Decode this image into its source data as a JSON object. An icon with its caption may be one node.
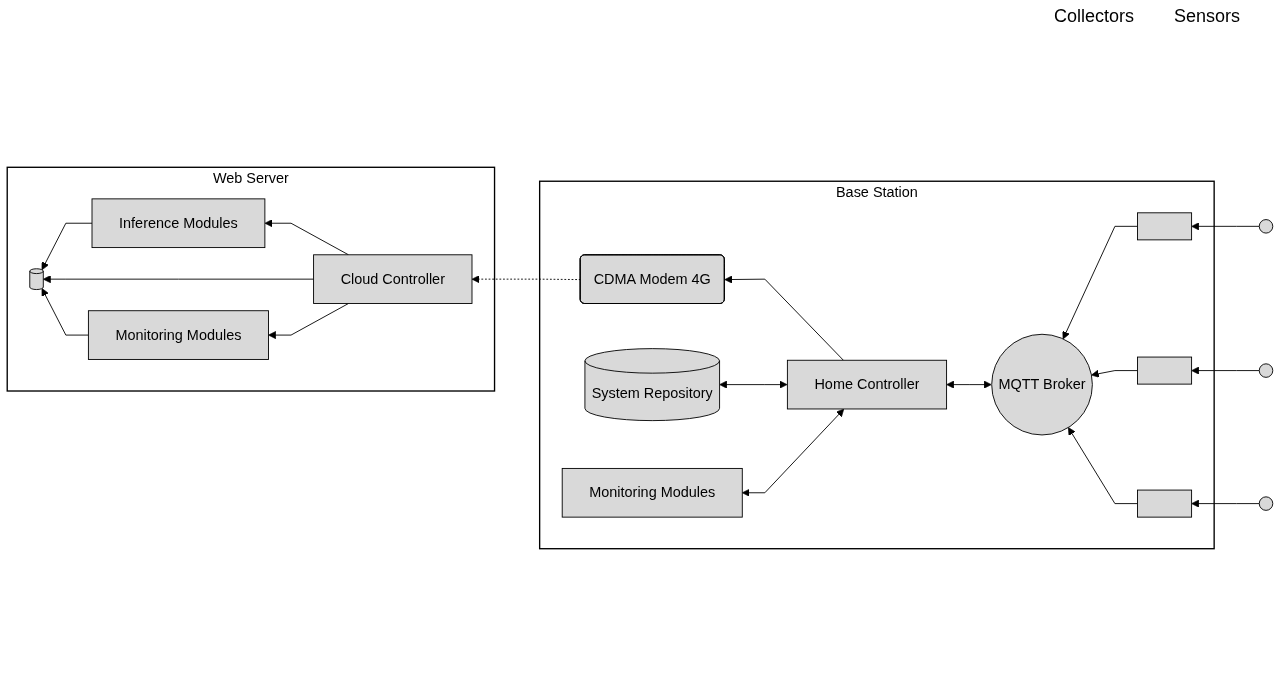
{
  "diagram": {
    "nodes": [
      {
        "text": [
          "Web Server"
        ]
      },
      {
        "text": [
          "Inference Modules"
        ],
        "in": 0
      },
      {
        "text": [],
        "shape": "cylinder",
        "in": 0
      },
      {
        "text": [
          "Cloud Controller"
        ],
        "in": 0
      },
      {
        "text": [
          "Monitoring Modules"
        ],
        "in": 0
      },
      {
        "text": [
          "Base Station"
        ]
      },
      {
        "text": [
          "MQTT Broker"
        ],
        "in": 5
      },
      {
        "text": [],
        "shape": "box",
        "in": 5
      },
      {
        "text": [],
        "shape": "box",
        "in": 5
      },
      {
        "text": [],
        "shape": "box",
        "in": 5
      },
      {
        "text": [
          "CDMA Modem 4G"
        ],
        "in": 5
      },
      {
        "text": [
          "Home Controller"
        ],
        "in": 5
      },
      {
        "text": [
          "System Repository"
        ],
        "in": 5
      },
      {
        "text": [
          "Monitoring Modules"
        ],
        "in": 5
      },
      {
        "text": [],
        "shape": "circle"
      },
      {
        "text": [],
        "shape": "circle"
      },
      {
        "text": [],
        "shape": "circle"
      }
    ],
    "edges": [
      {
        "from": 3,
        "to": 1,
        "arrow": "to"
      },
      {
        "from": 1,
        "to": 2,
        "arrow": "to"
      },
      {
        "from": 3,
        "to": 2,
        "arrow": "to"
      },
      {
        "from": 3,
        "to": 4,
        "arrow": "to"
      },
      {
        "from": 4,
        "to": 2,
        "arrow": "to"
      },
      {
        "from": 10,
        "to": 3,
        "arrow": "to",
        "style": "dashed"
      },
      {
        "from": 11,
        "to": 10,
        "arrow": "to"
      },
      {
        "from": 6,
        "to": 11,
        "arrow": "both"
      },
      {
        "from": 11,
        "to": 12,
        "arrow": "both"
      },
      {
        "from": 11,
        "to": 13,
        "arrow": "both"
      },
      {
        "from": 7,
        "to": 6,
        "arrow": "to"
      },
      {
        "from": 8,
        "to": 6,
        "arrow": "to"
      },
      {
        "from": 9,
        "to": 6,
        "arrow": "to"
      },
      {
        "from": 14,
        "to": 7,
        "arrow": "to"
      },
      {
        "from": 15,
        "to": 8,
        "arrow": "to"
      },
      {
        "from": 16,
        "to": 9,
        "arrow": "to"
      }
    ],
    "labels": [
      "Collectors",
      "Sensors"
    ]
  }
}
